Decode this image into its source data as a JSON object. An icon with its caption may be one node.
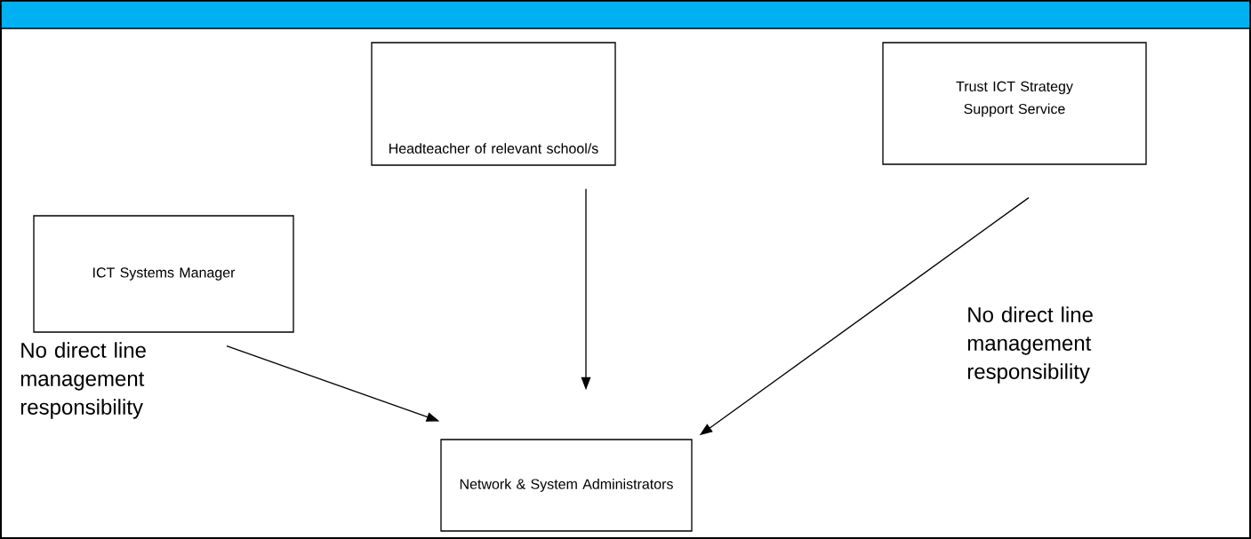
{
  "diagram": {
    "nodes": [
      {
        "text": [
          "Headteacher of relevant school/s"
        ]
      },
      {
        "text": [
          "Trust ICT Strategy Support Service"
        ]
      },
      {
        "text": [
          "ICT Systems Manager"
        ]
      },
      {
        "text": [
          "Network & System Administrators"
        ]
      }
    ],
    "edges": [
      {
        "from": 2,
        "to": 3,
        "arrow": "to"
      },
      {
        "from": 0,
        "to": 3,
        "arrow": "to"
      },
      {
        "from": 1,
        "to": 3,
        "arrow": "to"
      }
    ],
    "labels": [
      "No direct line management responsibility",
      "No direct line management responsibility"
    ]
  }
}
